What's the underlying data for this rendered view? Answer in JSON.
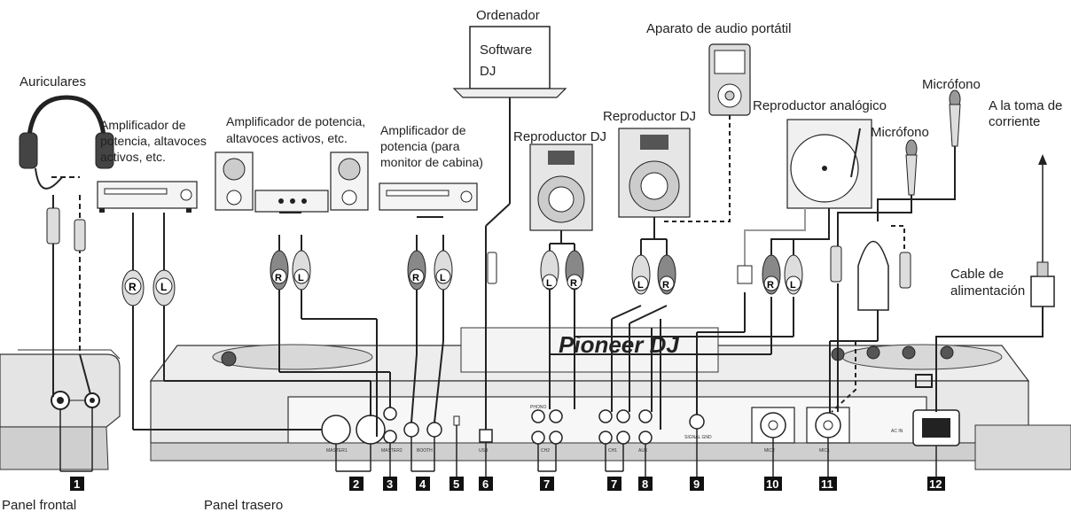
{
  "labels": {
    "auriculares": "Auriculares",
    "amp1": [
      "Amplificador de",
      "potencia, altavoces",
      "activos, etc."
    ],
    "amp2": [
      "Amplificador de potencia,",
      "altavoces activos, etc."
    ],
    "amp3": [
      "Amplificador de",
      "potencia (para",
      "monitor de cabina)"
    ],
    "ordenador": "Ordenador",
    "software": [
      "Software",
      "DJ"
    ],
    "audio_portatil": "Aparato de audio portátil",
    "reproductor_dj_1": "Reproductor DJ",
    "reproductor_dj_2": "Reproductor DJ",
    "reproductor_analogico": "Reproductor analógico",
    "microfono_1": "Micrófono",
    "microfono_2": "Micrófono",
    "toma_corriente": [
      "A la toma de",
      "corriente"
    ],
    "cable_alimentacion": [
      "Cable de",
      "alimentación"
    ],
    "panel_frontal": "Panel frontal",
    "panel_trasero": "Panel trasero",
    "brand": "Pioneer DJ"
  },
  "markers": [
    "1",
    "2",
    "3",
    "4",
    "5",
    "6",
    "7",
    "7",
    "8",
    "9",
    "10",
    "11",
    "12"
  ],
  "plug_letters": {
    "r": "R",
    "l": "L"
  },
  "panel_labels": [
    "MASTER1",
    "MASTER2",
    "BOOTH",
    "USB",
    "CH2",
    "CH1",
    "AUX",
    "MIC2",
    "MIC1",
    "AC IN",
    "PHONO",
    "SIGNAL GND"
  ]
}
